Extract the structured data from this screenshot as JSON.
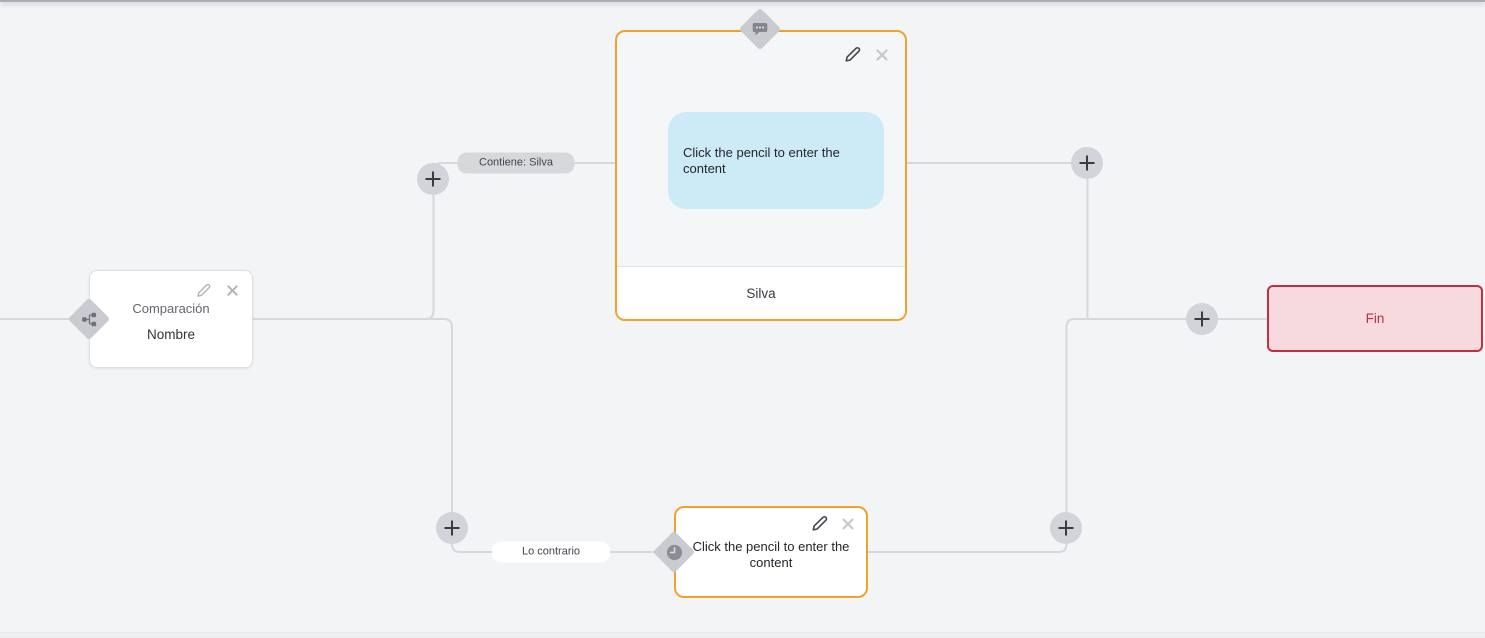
{
  "comparison_node": {
    "subtitle": "Comparación",
    "title": "Nombre"
  },
  "message_node": {
    "body_placeholder": "Click the pencil to enter the content",
    "footer": "Silva"
  },
  "wait_node": {
    "body_placeholder": "Click the pencil to enter the content"
  },
  "end_node": {
    "label": "Fin"
  },
  "edge_labels": {
    "top_condition": "Contiene: Silva",
    "bottom_condition": "Lo contrario"
  },
  "colors": {
    "accent_orange": "#f2a12f",
    "end_red": "#c22e43",
    "end_background": "#f7dade",
    "bubble_blue": "#cdeaf7",
    "connector_gray": "#d6d8dc",
    "canvas_background": "#f3f4f6"
  }
}
